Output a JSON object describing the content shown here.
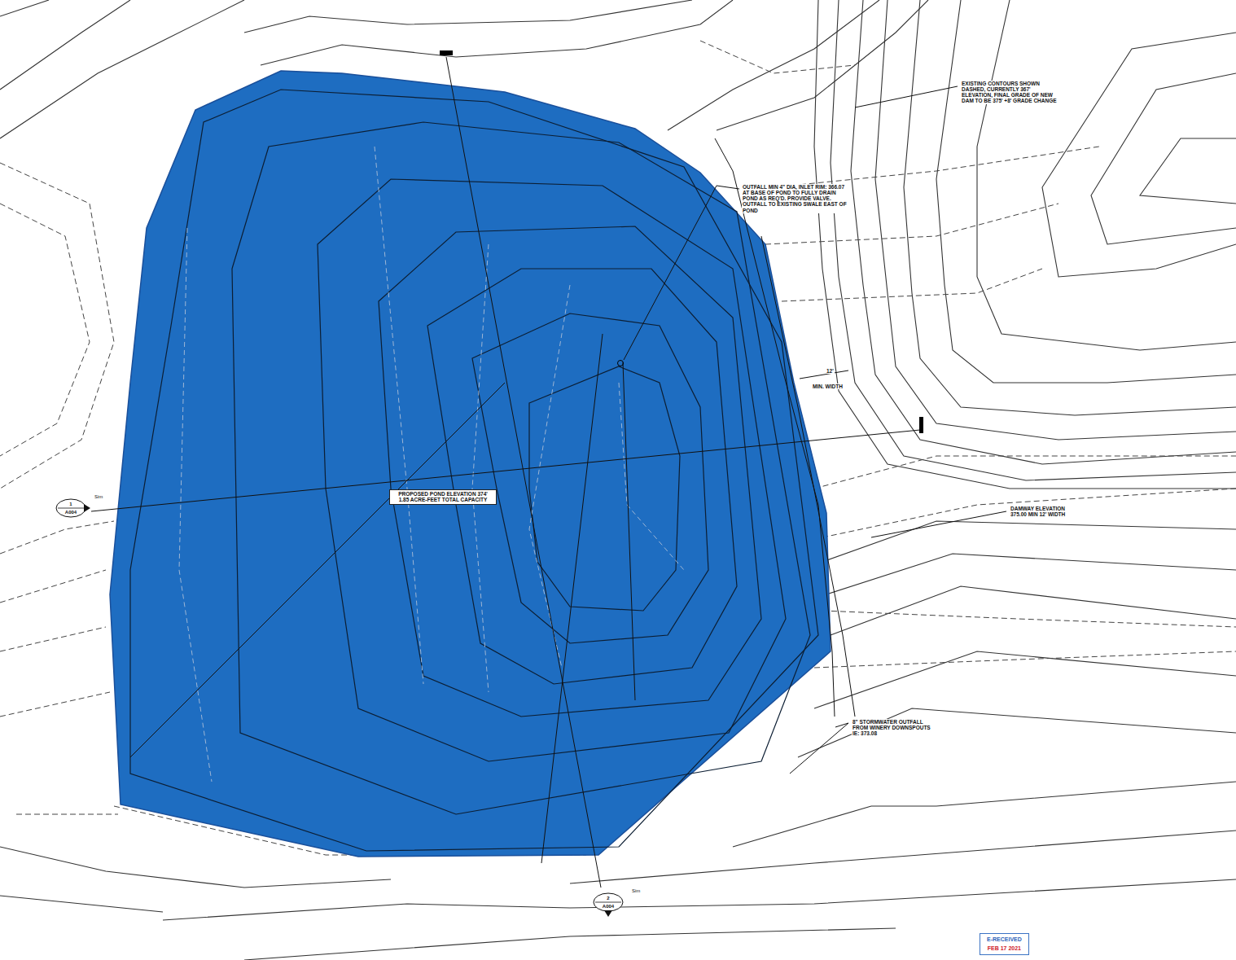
{
  "diagram": {
    "nodes": [
      {
        "text": [
          "PROPOSED POND ELEVATION 374' 1.85 ACRE-FEET TOTAL CAPACITY"
        ]
      },
      {
        "text": [
          "1",
          "A004",
          "Sim"
        ]
      },
      {
        "text": [
          "2",
          "A004",
          "Sim"
        ]
      },
      {
        "text": [
          "E-RECEIVED",
          "FEB 17 2021"
        ]
      }
    ],
    "labels": [
      "EXISTING CONTOURS SHOWN DASHED, CURRENTLY 367' ELEVATION, FINAL GRADE OF NEW DAM TO BE 375' +8' GRADE CHANGE",
      "OUTFALL MIN 4\" DIA, INLET RIM: 366.07 AT BASE OF POND TO FULLY DRAIN POND AS REQ'D. PROVIDE VALVE. OUTFALL TO EXISTING SWALE EAST OF POND",
      "12'",
      "MIN. WIDTH",
      "DAMWAY ELEVATION 375.00 MIN 12' WIDTH",
      "8\" STORMWATER OUTFALL FROM WINERY DOWNSPOUTS IE: 373.08"
    ]
  }
}
